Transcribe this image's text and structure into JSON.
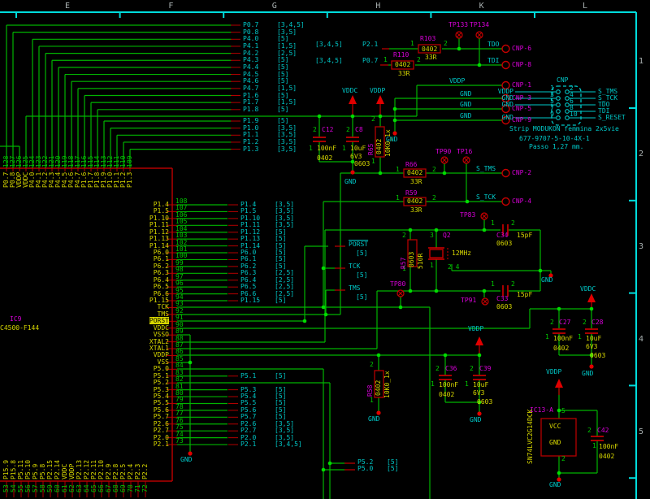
{
  "colors": {
    "wire": "#00b400",
    "junction": "#00dc00",
    "net_label": "#00c8c8",
    "pin_name": "#d8d800",
    "ref_des": "#d800d8",
    "power": "#e00000",
    "outline": "#b40000",
    "grid": "#00dcdc",
    "grid_text": "#a8b0b0"
  },
  "ruler": {
    "columns": [
      "E",
      "F",
      "G",
      "H",
      "K",
      "L"
    ],
    "rows": [
      "1",
      "2",
      "3",
      "4",
      "5"
    ]
  },
  "pins": {
    "p1": "1",
    "p2": "2"
  },
  "power": {
    "vddc": "VDDC",
    "vddp": "VDDP",
    "gnd": "GND"
  },
  "ic9": {
    "ref": "IC9",
    "part": "C4500-F144",
    "top_pins": [
      {
        "n": "128",
        "p": "P0.7"
      },
      {
        "n": "127",
        "p": "P0.8"
      },
      {
        "n": "126",
        "p": "VDDP"
      },
      {
        "n": "125",
        "p": "VDDC"
      },
      {
        "n": "124",
        "p": "P4.0"
      },
      {
        "n": "123",
        "p": "P4.1"
      },
      {
        "n": "122",
        "p": "P4.2"
      },
      {
        "n": "121",
        "p": "P4.3"
      },
      {
        "n": "120",
        "p": "P4.4"
      },
      {
        "n": "119",
        "p": "P4.5"
      },
      {
        "n": "118",
        "p": "P4.6"
      },
      {
        "n": "117",
        "p": "P4.7"
      },
      {
        "n": "116",
        "p": "P1.6"
      },
      {
        "n": "115",
        "p": "P1.7"
      },
      {
        "n": "114",
        "p": "P1.8"
      },
      {
        "n": "113",
        "p": "P1.9"
      },
      {
        "n": "112",
        "p": "P1.0"
      },
      {
        "n": "111",
        "p": "P1.1"
      },
      {
        "n": "110",
        "p": "P1.2"
      },
      {
        "n": "109",
        "p": "P1.3"
      }
    ],
    "left_pins": [
      {
        "n": "108",
        "p": "P1.4",
        "l": "P1.4",
        "b": "[3,5]"
      },
      {
        "n": "107",
        "p": "P1.5",
        "l": "P1.5",
        "b": "[3,5]"
      },
      {
        "n": "106",
        "p": "P1.10",
        "l": "P1.10",
        "b": "[3,5]"
      },
      {
        "n": "105",
        "p": "P1.11",
        "l": "P1.11",
        "b": "[3,5]"
      },
      {
        "n": "104",
        "p": "P1.12",
        "l": "P1.12",
        "b": "[5]"
      },
      {
        "n": "103",
        "p": "P1.13",
        "l": "P1.13",
        "b": "[5]"
      },
      {
        "n": "102",
        "p": "P1.14",
        "l": "P1.14",
        "b": "[5]"
      },
      {
        "n": "101",
        "p": "P6.0",
        "l": "P6.0",
        "b": "[5]"
      },
      {
        "n": "100",
        "p": "P6.1",
        "l": "P6.1",
        "b": "[5]"
      },
      {
        "n": "99",
        "p": "P6.2",
        "l": "P6.2",
        "b": "[5]"
      },
      {
        "n": "98",
        "p": "P6.3",
        "l": "P6.3",
        "b": "[2,5]"
      },
      {
        "n": "97",
        "p": "P6.4",
        "l": "P6.4",
        "b": "[2,5]"
      },
      {
        "n": "96",
        "p": "P6.5",
        "l": "P6.5",
        "b": "[2,5]"
      },
      {
        "n": "95",
        "p": "P6.6",
        "l": "P6.6",
        "b": "[2,5]"
      },
      {
        "n": "94",
        "p": "P1.15",
        "l": "P1.15",
        "b": "[5]"
      },
      {
        "n": "93",
        "p": "TCK"
      },
      {
        "n": "92",
        "p": "TMS"
      },
      {
        "n": "91",
        "p": "PORST",
        "hl": true
      },
      {
        "n": "90",
        "p": "VDDC"
      },
      {
        "n": "89",
        "p": "VSSO"
      },
      {
        "n": "88",
        "p": "XTAL2"
      },
      {
        "n": "87",
        "p": "XTAL1"
      },
      {
        "n": "86",
        "p": "VDDP"
      },
      {
        "n": "85",
        "p": "VSS"
      },
      {
        "n": "84",
        "p": "P5.0"
      },
      {
        "n": "83",
        "p": "P5.1",
        "l": "P5.1",
        "b": "[5]"
      },
      {
        "n": "82",
        "p": "P5.2"
      },
      {
        "n": "81",
        "p": "P5.3",
        "l": "P5.3",
        "b": "[5]"
      },
      {
        "n": "80",
        "p": "P5.4",
        "l": "P5.4",
        "b": "[5]"
      },
      {
        "n": "79",
        "p": "P5.5",
        "l": "P5.5",
        "b": "[5]"
      },
      {
        "n": "78",
        "p": "P5.6",
        "l": "P5.6",
        "b": "[5]"
      },
      {
        "n": "77",
        "p": "P5.7",
        "l": "P5.7",
        "b": "[5]"
      },
      {
        "n": "76",
        "p": "P2.6",
        "l": "P2.6",
        "b": "[3,5]"
      },
      {
        "n": "75",
        "p": "P2.7",
        "l": "P2.7",
        "b": "[3,5]"
      },
      {
        "n": "74",
        "p": "P2.0",
        "l": "P2.0",
        "b": "[3,5]"
      },
      {
        "n": "73",
        "p": "P2.1",
        "l": "P2.1",
        "b": "[3,4,5]"
      }
    ],
    "bottom_pins": [
      {
        "n": "53",
        "p": "P15.9"
      },
      {
        "n": "54",
        "p": "P15.8"
      },
      {
        "n": "55",
        "p": "P5.11"
      },
      {
        "n": "56",
        "p": "P5.10"
      },
      {
        "n": "57",
        "p": "P5.9"
      },
      {
        "n": "58",
        "p": "P5.8"
      },
      {
        "n": "59",
        "p": "P2.15"
      },
      {
        "n": "60",
        "p": "P2.14"
      },
      {
        "n": "61",
        "p": "VDDC"
      },
      {
        "n": "62",
        "p": "VDDP"
      },
      {
        "n": "63",
        "p": "P2.13"
      },
      {
        "n": "64",
        "p": "P2.12"
      },
      {
        "n": "65",
        "p": "P2.11"
      },
      {
        "n": "66",
        "p": "P2.10"
      },
      {
        "n": "67",
        "p": "P2.9"
      },
      {
        "n": "68",
        "p": "P2.8"
      },
      {
        "n": "69",
        "p": "P2.5"
      },
      {
        "n": "70",
        "p": "P2.4"
      },
      {
        "n": "71",
        "p": "P2.3"
      },
      {
        "n": "72",
        "p": "P2.2"
      }
    ]
  },
  "escape": [
    {
      "l": "P0.7",
      "b": "[3,4,5]"
    },
    {
      "l": "P0.8",
      "b": "[3,5]"
    },
    {
      "l": "P4.0",
      "b": "[5]"
    },
    {
      "l": "P4.1",
      "b": "[1,5]"
    },
    {
      "l": "P4.2",
      "b": "[2,5]"
    },
    {
      "l": "P4.3",
      "b": "[5]"
    },
    {
      "l": "P4.4",
      "b": "[5]"
    },
    {
      "l": "P4.5",
      "b": "[5]"
    },
    {
      "l": "P4.6",
      "b": "[5]"
    },
    {
      "l": "P4.7",
      "b": "[1,5]"
    },
    {
      "l": "P1.6",
      "b": "[5]"
    },
    {
      "l": "P1.7",
      "b": "[1,5]"
    },
    {
      "l": "P1.8",
      "b": "[5]"
    },
    {
      "l": "P1.9",
      "b": "[5]"
    },
    {
      "l": "P1.0",
      "b": "[3,5]"
    },
    {
      "l": "P1.1",
      "b": "[3,5]"
    },
    {
      "l": "P1.2",
      "b": "[3,5]"
    },
    {
      "l": "P1.3",
      "b": "[3,5]"
    }
  ],
  "jtag": {
    "bus_a": "[3,4,5]",
    "p21": "P2.1",
    "p07": "P0.7",
    "tp133": "TP133",
    "tp134": "TP134",
    "tp90": "TP90",
    "tp16": "TP16",
    "r103": {
      "ref": "R103",
      "pkg": "0402",
      "val": "33R"
    },
    "r110": {
      "ref": "R110",
      "pkg": "0402",
      "val": "33R"
    },
    "r66": {
      "ref": "R66",
      "pkg": "0402",
      "val": "33R"
    },
    "r59": {
      "ref": "R59",
      "pkg": "0402",
      "val": "33R"
    },
    "tdo": "TDO",
    "tdi": "TDI",
    "s_tms": "S_TMS",
    "s_tck": "S_TCK",
    "cnp1": "CNP-1",
    "cnp2": "CNP-2",
    "cnp3": "CNP-3",
    "cnp4": "CNP-4",
    "cnp5": "CNP-5",
    "cnp6": "CNP-6",
    "cnp8": "CNP-8",
    "cnp9": "CNP-9"
  },
  "decouple": {
    "c12": {
      "ref": "C12",
      "val": "100nF",
      "pkg": "0402"
    },
    "c8": {
      "ref": "C8",
      "val": "10uF",
      "rating": "6V3",
      "pkg": "0603"
    },
    "r65": {
      "ref": "R65",
      "pkg": "0402",
      "val": "10K0_1x"
    }
  },
  "cnp": {
    "title": "CNP",
    "rows": [
      {
        "ln": "1",
        "rn": "2",
        "left": "VDDP",
        "right": "S_TMS"
      },
      {
        "ln": "3",
        "rn": "4",
        "left": "GND",
        "right": "S_TCK"
      },
      {
        "ln": "5",
        "rn": "6",
        "left": "GND",
        "right": "TDO"
      },
      {
        "ln": "7",
        "rn": "8",
        "left": "",
        "right": "TDI"
      },
      {
        "ln": "9",
        "rn": "10",
        "left": "GND",
        "right": "S_RESET"
      }
    ],
    "note1": "Strip MODUKON femmina 2x5vie",
    "note2": "677-9707-5-10-4X-1",
    "note3": "Passo 1,27 mm."
  },
  "nets": {
    "porst": "PORST",
    "tck": "TCK",
    "tms": "TMS",
    "b5": "[5]",
    "p52": "P5.2",
    "p50": "P5.0"
  },
  "xtal": {
    "q2": "Q2",
    "freq": "12MHz",
    "p3": "3",
    "p1": "1",
    "p24": "2 4",
    "tp83": "TP83",
    "tp91": "TP91",
    "tp80": "TP80",
    "r57": {
      "ref": "R57",
      "pkg": "0603",
      "val": "510R"
    },
    "c34": {
      "ref": "C34",
      "pkg": "0603",
      "val": "15pF"
    },
    "c33": {
      "ref": "C33",
      "pkg": "0603",
      "val": "15pF"
    }
  },
  "right": {
    "c27": {
      "ref": "C27",
      "val": "100nF",
      "pkg": "0402"
    },
    "c28": {
      "ref": "C28",
      "val": "10uF",
      "rating": "6V3",
      "pkg": "0603"
    },
    "c36": {
      "ref": "C36",
      "val": "100nF",
      "pkg": "0402"
    },
    "c39": {
      "ref": "C39",
      "val": "10uF",
      "rating": "6V3",
      "pkg": "0603"
    },
    "r58": {
      "ref": "R58",
      "pkg": "0402",
      "val": "10K0_1x"
    }
  },
  "ic13": {
    "ref": "IC13-A",
    "part": "SN74LVC2G14DCK",
    "vcc": "VCC",
    "gnd": "GND",
    "pin5": "5",
    "pin2": "2",
    "c42": {
      "ref": "C42",
      "val": "100nF",
      "pkg": "0402"
    }
  }
}
